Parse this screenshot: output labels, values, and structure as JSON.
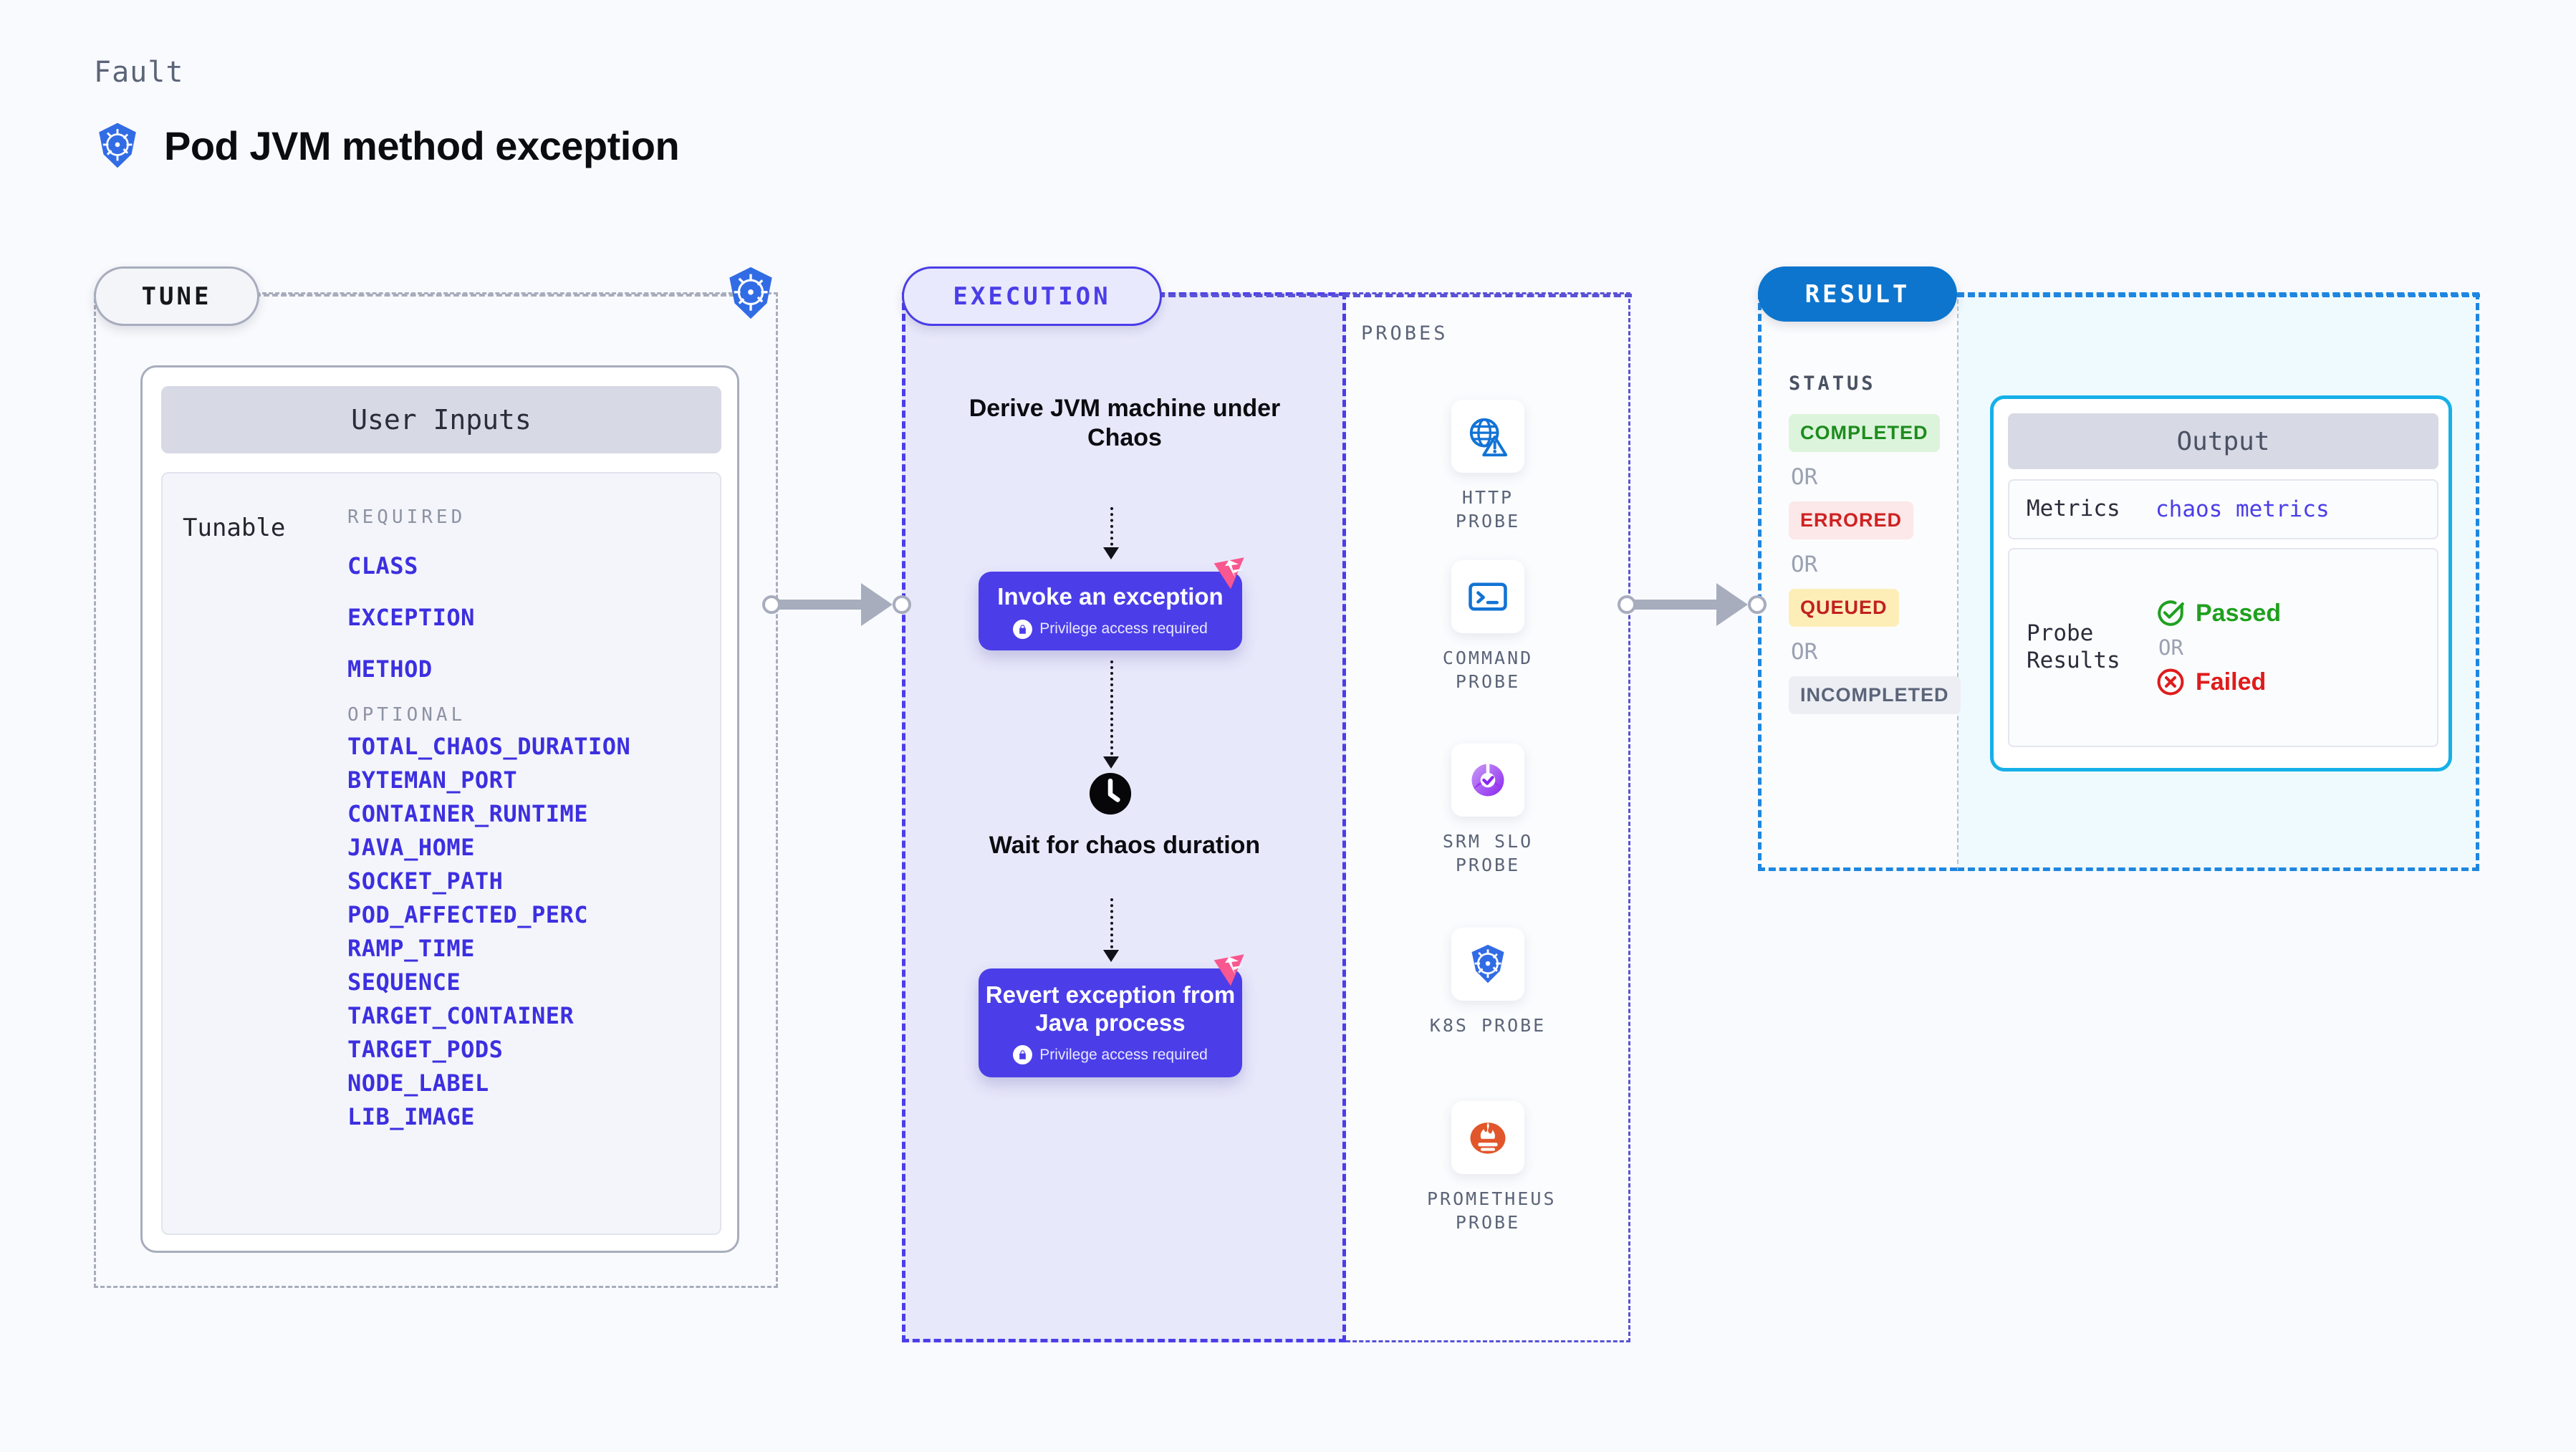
{
  "header": {
    "kicker": "Fault",
    "title": "Pod JVM method exception",
    "icon": "kubernetes-icon"
  },
  "colors": {
    "page_bg": "#f9fafd",
    "accent_purple": "#4b3ee8",
    "accent_blue": "#0d75cd",
    "accent_cyan": "#16b0e8",
    "grey_dash": "#a7adbd",
    "litmus_pink": "#f9578f",
    "param_blue": "#3c2fe0"
  },
  "stages": {
    "tune": {
      "pill_label": "TUNE"
    },
    "execution": {
      "pill_label": "EXECUTION"
    },
    "result": {
      "pill_label": "RESULT"
    }
  },
  "tune": {
    "card_title": "User Inputs",
    "row_label": "Tunable",
    "required_label": "REQUIRED",
    "required": [
      "CLASS",
      "EXCEPTION",
      "METHOD"
    ],
    "optional_label": "OPTIONAL",
    "optional": [
      "TOTAL_CHAOS_DURATION",
      "BYTEMAN_PORT",
      "CONTAINER_RUNTIME",
      "JAVA_HOME",
      "SOCKET_PATH",
      "POD_AFFECTED_PERC",
      "RAMP_TIME",
      "SEQUENCE",
      "TARGET_CONTAINER",
      "TARGET_PODS",
      "NODE_LABEL",
      "LIB_IMAGE"
    ]
  },
  "execution": {
    "step1_text": "Derive JVM machine under Chaos",
    "step2_title": "Invoke an exception",
    "step2_note": "Privilege access required",
    "step2_note_icon": "lock-icon",
    "step3_text": "Wait for chaos duration",
    "step3_icon": "clock-icon",
    "step4_title": "Revert exception from Java process",
    "step4_note": "Privilege access required",
    "step4_note_icon": "lock-icon",
    "badge_icon": "litmus-logo-icon"
  },
  "probes": {
    "section_label": "PROBES",
    "items": [
      {
        "name": "HTTP PROBE",
        "icon": "globe-alert-icon"
      },
      {
        "name": "COMMAND PROBE",
        "icon": "terminal-icon"
      },
      {
        "name": "SRM SLO PROBE",
        "icon": "slo-gauge-icon"
      },
      {
        "name": "K8S PROBE",
        "icon": "kubernetes-icon"
      },
      {
        "name": "PROMETHEUS PROBE",
        "icon": "prometheus-icon"
      }
    ]
  },
  "result": {
    "status_label": "STATUS",
    "or_label": "OR",
    "statuses": [
      {
        "label": "COMPLETED",
        "bg": "#dcf4dc",
        "fg": "#1d8c1d"
      },
      {
        "label": "ERRORED",
        "bg": "#fce8e8",
        "fg": "#cf2222"
      },
      {
        "label": "QUEUED",
        "bg": "#fdeeb8",
        "fg": "#c22020"
      },
      {
        "label": "INCOMPLETED",
        "bg": "#eceef4",
        "fg": "#5b6478"
      }
    ],
    "output": {
      "card_title": "Output",
      "metrics_key": "Metrics",
      "metrics_value": "chaos metrics",
      "probe_results_key": "Probe Results",
      "passed_label": "Passed",
      "passed_icon": "check-circle-icon",
      "failed_label": "Failed",
      "failed_icon": "x-circle-icon",
      "or_label": "OR"
    }
  }
}
